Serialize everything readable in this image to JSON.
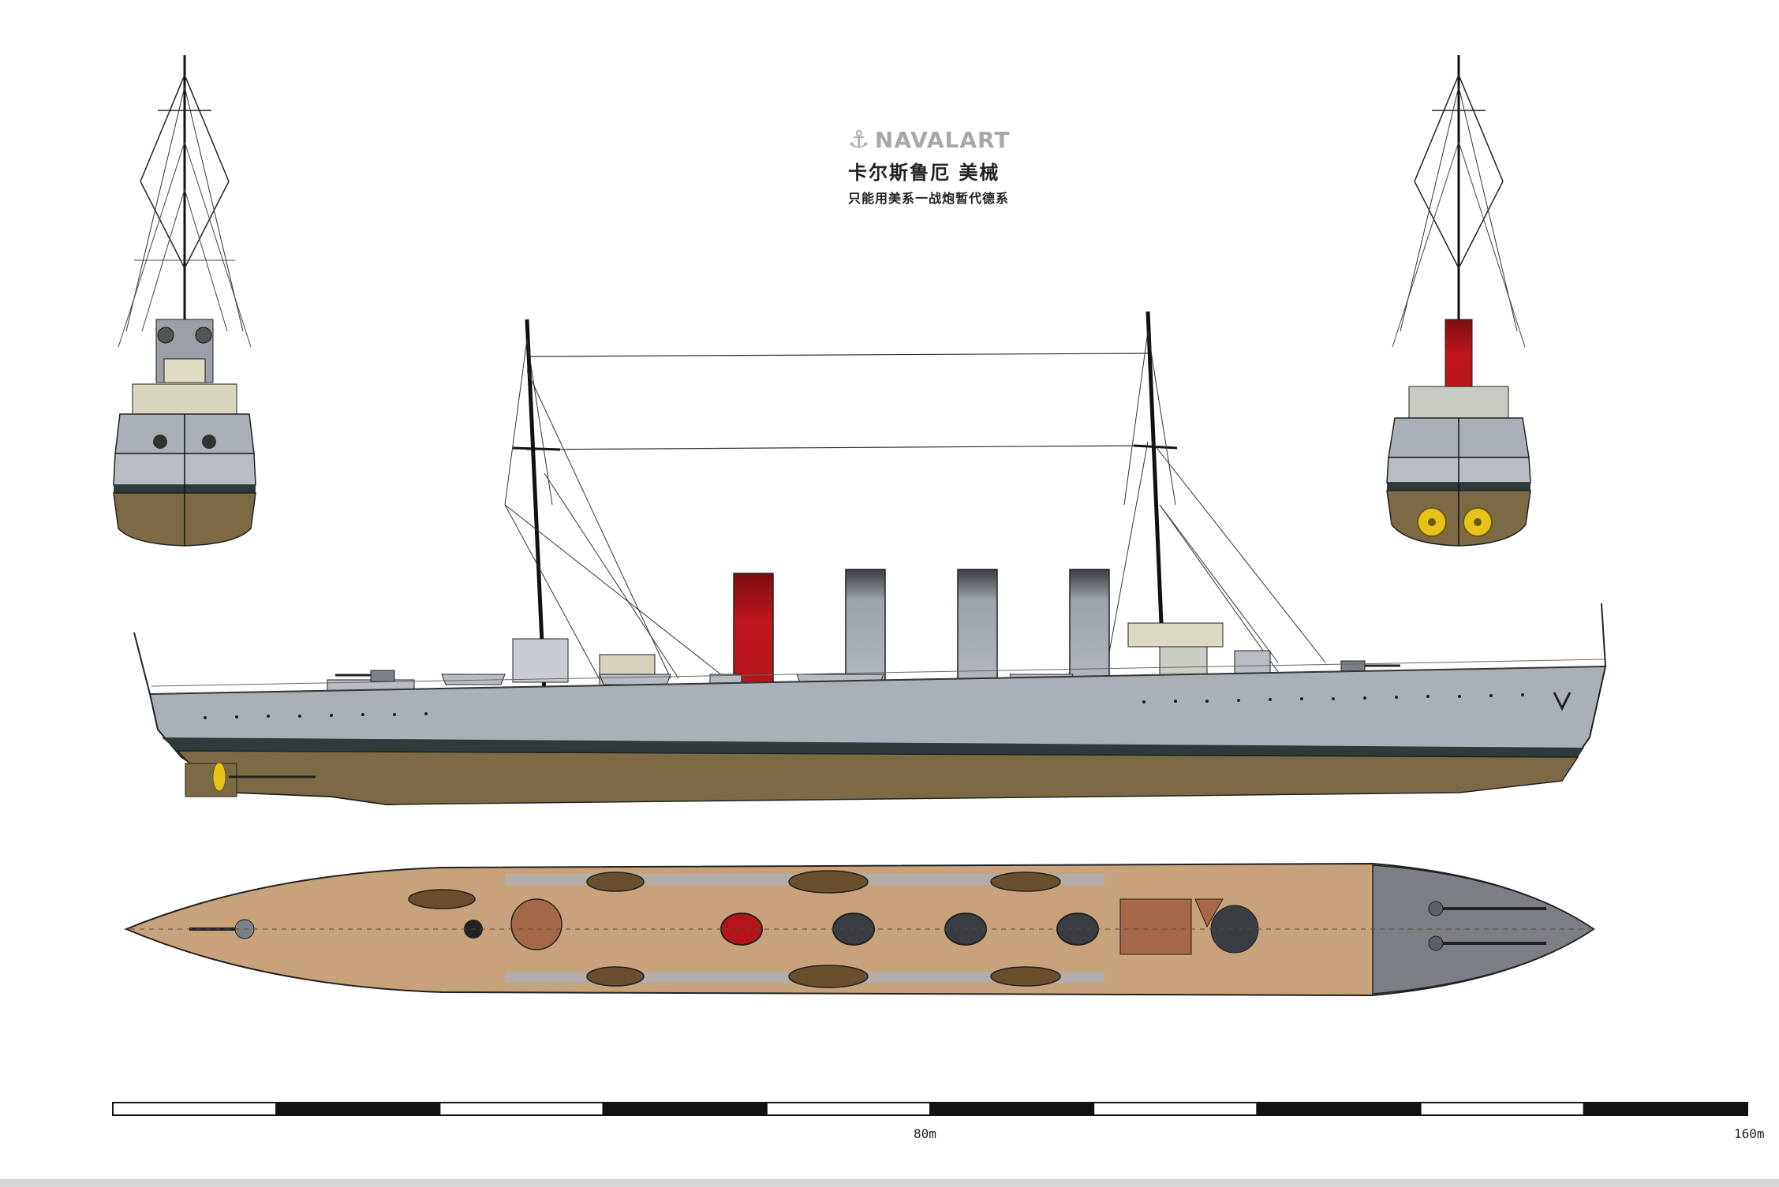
{
  "header": {
    "brand": "NAVALART",
    "brand_icon": "anchor-icon",
    "ship_name": "卡尔斯鲁厄 美械",
    "subtitle": "只能用美系一战炮暂代德系"
  },
  "scale_bar": {
    "segments": 10,
    "labels": [
      "80m",
      "160m"
    ]
  },
  "colors": {
    "hull_grey": "#a9aeb6",
    "underwater": "#7c6a44",
    "boot_top": "#2f3a3a",
    "deck_wood": "#c8a27a",
    "funnel_red": "#b3151b",
    "funnel_grey": "#aab0b8",
    "propeller": "#e8c21a"
  }
}
